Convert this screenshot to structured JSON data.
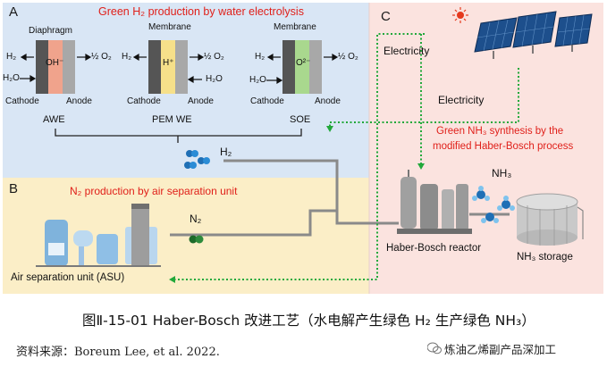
{
  "panels": {
    "a": {
      "letter": "A",
      "title": "Green H₂ production by water electrolysis",
      "cells": [
        {
          "name": "AWE",
          "header": "Diaphragm",
          "ion": "OH⁻",
          "cathode": "Cathode",
          "anode": "Anode",
          "left_top": "H₂",
          "left_bottom": "H₂O",
          "right_top": "½ O₂",
          "right_bottom": ""
        },
        {
          "name": "PEM WE",
          "header": "Membrane",
          "ion": "H⁺",
          "cathode": "Cathode",
          "anode": "Anode",
          "left_top": "H₂",
          "left_bottom": "",
          "right_top": "½ O₂",
          "right_bottom": "H₂O"
        },
        {
          "name": "SOE",
          "header": "Membrane",
          "ion": "O²⁻",
          "cathode": "Cathode",
          "anode": "Anode",
          "left_top": "H₂",
          "left_bottom": "H₂O",
          "right_top": "½ O₂",
          "right_bottom": ""
        }
      ],
      "h2_label": "H₂"
    },
    "b": {
      "letter": "B",
      "title": "N₂ production by air separation unit",
      "n2_label": "N₂",
      "asu_label": "Air separation unit (ASU)"
    },
    "c": {
      "letter": "C",
      "electricity_1": "Electricity",
      "electricity_2": "Electricity",
      "synthesis_line1": "Green NH₃ synthesis by the",
      "synthesis_line2": "modified Haber-Bosch process",
      "nh3_label": "NH₃",
      "reactor_label": "Haber-Bosch reactor",
      "storage_label": "NH₃ storage"
    }
  },
  "caption": "图Ⅱ-15-01 Haber-Bosch 改进工艺（水电解产生绿色 H₂ 生产绿色 NH₃）",
  "source": "资料来源：Boreum Lee, et al. 2022.",
  "brand": "炼油乙烯副产品深加工",
  "colors": {
    "panel_a_bg": "#d9e6f5",
    "panel_b_bg": "#fbeec7",
    "panel_c_bg": "#fbe3df",
    "title_red": "#e0201a",
    "arrow_green": "#22a83a",
    "pipe_gray": "#8a8a8a"
  }
}
